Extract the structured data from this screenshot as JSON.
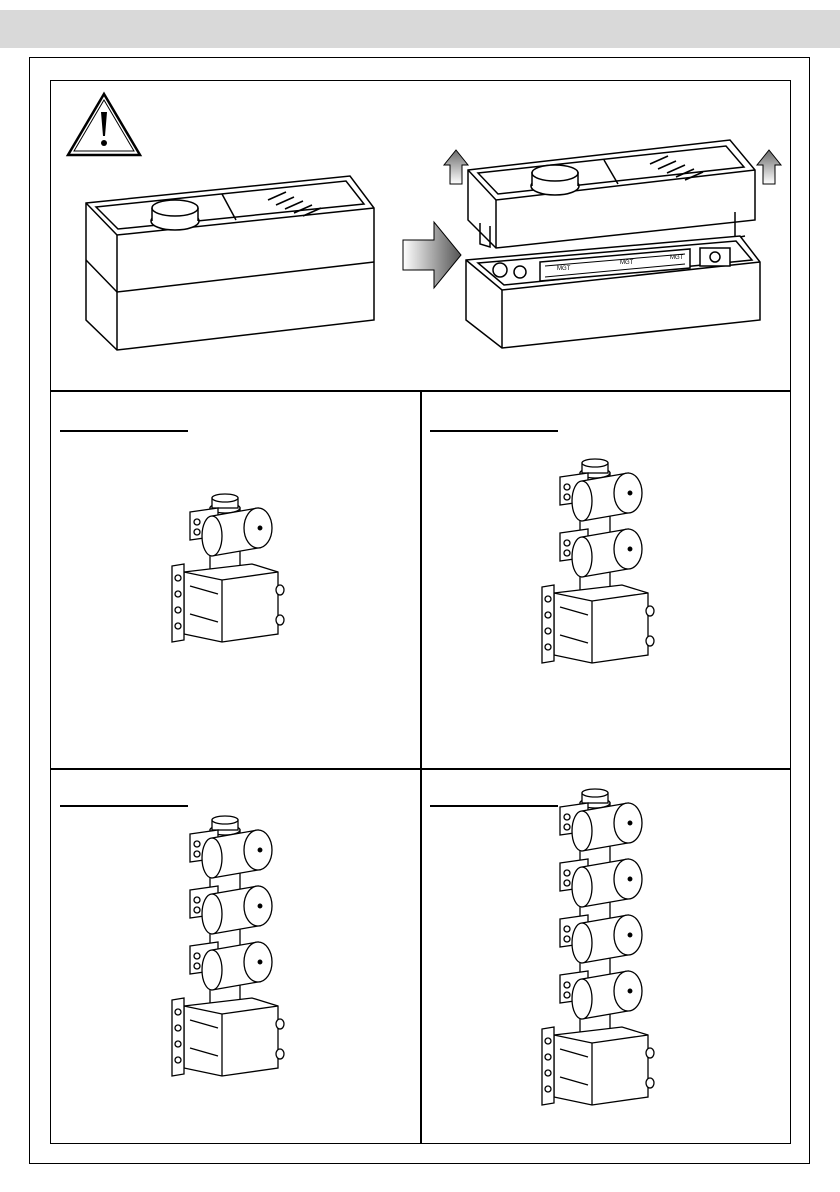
{
  "document": {
    "warning_icon": "warning-triangle-icon",
    "step_arrow_icon": "arrow-right-icon",
    "lift_arrow_icon": "arrow-up-icon",
    "packaging_print": [
      "MGT",
      "MGT",
      "MGT"
    ],
    "configurations": [
      {
        "id": "config-1",
        "cartridges": 1
      },
      {
        "id": "config-2",
        "cartridges": 2
      },
      {
        "id": "config-3",
        "cartridges": 3
      },
      {
        "id": "config-4",
        "cartridges": 4
      }
    ]
  }
}
